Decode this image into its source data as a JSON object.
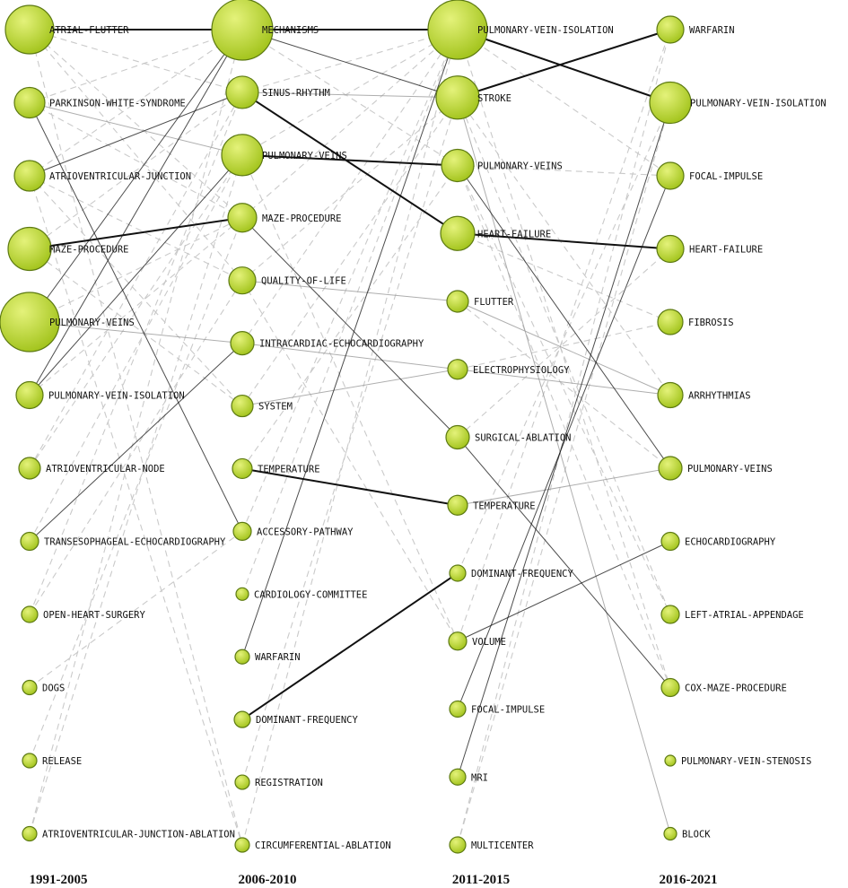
{
  "periods": [
    "1991-2005",
    "2006-2010",
    "2011-2015",
    "2016-2021"
  ],
  "colors": {
    "node_fill": "#a3c41d",
    "node_highlight": "#e4f27a",
    "node_stroke": "#5d7a12",
    "strong_link": "#111111",
    "weak_link": "#9a9a9a",
    "dashed_link": "#c4c4c4"
  },
  "columns": [
    {
      "period": "1991-2005",
      "nodes": [
        {
          "id": "a0",
          "label": "ATRIAL-FLUTTER",
          "weight": 27
        },
        {
          "id": "a1",
          "label": "PARKINSON-WHITE-SYNDROME",
          "weight": 17
        },
        {
          "id": "a2",
          "label": "ATRIOVENTRICULAR-JUNCTION",
          "weight": 17
        },
        {
          "id": "a3",
          "label": "MAZE-PROCEDURE",
          "weight": 24
        },
        {
          "id": "a4",
          "label": "PULMONARY-VEINS",
          "weight": 33
        },
        {
          "id": "a5",
          "label": "PULMONARY-VEIN-ISOLATION",
          "weight": 15
        },
        {
          "id": "a6",
          "label": "ATRIOVENTRICULAR-NODE",
          "weight": 12
        },
        {
          "id": "a7",
          "label": "TRANSESOPHAGEAL-ECHOCARDIOGRAPHY",
          "weight": 10
        },
        {
          "id": "a8",
          "label": "OPEN-HEART-SURGERY",
          "weight": 9
        },
        {
          "id": "a9",
          "label": "DOGS",
          "weight": 8
        },
        {
          "id": "a10",
          "label": "RELEASE",
          "weight": 8
        },
        {
          "id": "a11",
          "label": "ATRIOVENTRICULAR-JUNCTION-ABLATION",
          "weight": 8
        }
      ]
    },
    {
      "period": "2006-2010",
      "nodes": [
        {
          "id": "b0",
          "label": "MECHANISMS",
          "weight": 34
        },
        {
          "id": "b1",
          "label": "SINUS-RHYTHM",
          "weight": 18
        },
        {
          "id": "b2",
          "label": "PULMONARY-VEINS",
          "weight": 23
        },
        {
          "id": "b3",
          "label": "MAZE-PROCEDURE",
          "weight": 16
        },
        {
          "id": "b4",
          "label": "QUALITY-OF-LIFE",
          "weight": 15
        },
        {
          "id": "b5",
          "label": "INTRACARDIAC-ECHOCARDIOGRAPHY",
          "weight": 13
        },
        {
          "id": "b6",
          "label": "SYSTEM",
          "weight": 12
        },
        {
          "id": "b7",
          "label": "TEMPERATURE",
          "weight": 11
        },
        {
          "id": "b8",
          "label": "ACCESSORY-PATHWAY",
          "weight": 10
        },
        {
          "id": "b9",
          "label": "CARDIOLOGY-COMMITTEE",
          "weight": 7
        },
        {
          "id": "b10",
          "label": "WARFARIN",
          "weight": 8
        },
        {
          "id": "b11",
          "label": "DOMINANT-FREQUENCY",
          "weight": 9
        },
        {
          "id": "b12",
          "label": "REGISTRATION",
          "weight": 8
        },
        {
          "id": "b13",
          "label": "CIRCUMFERENTIAL-ABLATION",
          "weight": 8
        }
      ]
    },
    {
      "period": "2011-2015",
      "nodes": [
        {
          "id": "c0",
          "label": "PULMONARY-VEIN-ISOLATION",
          "weight": 33
        },
        {
          "id": "c1",
          "label": "STROKE",
          "weight": 24
        },
        {
          "id": "c2",
          "label": "PULMONARY-VEINS",
          "weight": 18
        },
        {
          "id": "c3",
          "label": "HEART-FAILURE",
          "weight": 19
        },
        {
          "id": "c4",
          "label": "FLUTTER",
          "weight": 12
        },
        {
          "id": "c5",
          "label": "ELECTROPHYSIOLOGY",
          "weight": 11
        },
        {
          "id": "c6",
          "label": "SURGICAL-ABLATION",
          "weight": 13
        },
        {
          "id": "c7",
          "label": "TEMPERATURE",
          "weight": 11
        },
        {
          "id": "c8",
          "label": "DOMINANT-FREQUENCY",
          "weight": 9
        },
        {
          "id": "c9",
          "label": "VOLUME",
          "weight": 10
        },
        {
          "id": "c10",
          "label": "FOCAL-IMPULSE",
          "weight": 9
        },
        {
          "id": "c11",
          "label": "MRI",
          "weight": 9
        },
        {
          "id": "c12",
          "label": "MULTICENTER",
          "weight": 9
        }
      ]
    },
    {
      "period": "2016-2021",
      "nodes": [
        {
          "id": "d0",
          "label": "WARFARIN",
          "weight": 15
        },
        {
          "id": "d1",
          "label": "PULMONARY-VEIN-ISOLATION",
          "weight": 23
        },
        {
          "id": "d2",
          "label": "FOCAL-IMPULSE",
          "weight": 15
        },
        {
          "id": "d3",
          "label": "HEART-FAILURE",
          "weight": 15
        },
        {
          "id": "d4",
          "label": "FIBROSIS",
          "weight": 14
        },
        {
          "id": "d5",
          "label": "ARRHYTHMIAS",
          "weight": 14
        },
        {
          "id": "d6",
          "label": "PULMONARY-VEINS",
          "weight": 13
        },
        {
          "id": "d7",
          "label": "ECHOCARDIOGRAPHY",
          "weight": 10
        },
        {
          "id": "d8",
          "label": "LEFT-ATRIAL-APPENDAGE",
          "weight": 10
        },
        {
          "id": "d9",
          "label": "COX-MAZE-PROCEDURE",
          "weight": 10
        },
        {
          "id": "d10",
          "label": "PULMONARY-VEIN-STENOSIS",
          "weight": 6
        },
        {
          "id": "d11",
          "label": "BLOCK",
          "weight": 7
        }
      ]
    }
  ],
  "links": [
    {
      "from": "a0",
      "to": "b0",
      "style": "strong"
    },
    {
      "from": "a3",
      "to": "b3",
      "style": "strong"
    },
    {
      "from": "a4",
      "to": "b0",
      "style": "weak"
    },
    {
      "from": "a5",
      "to": "b0",
      "style": "weak"
    },
    {
      "from": "a1",
      "to": "b8",
      "style": "weak"
    },
    {
      "from": "a7",
      "to": "b5",
      "style": "weak"
    },
    {
      "from": "a2",
      "to": "b1",
      "style": "weak"
    },
    {
      "from": "a5",
      "to": "b2",
      "style": "weak"
    },
    {
      "from": "a4",
      "to": "b5",
      "style": "light"
    },
    {
      "from": "a1",
      "to": "b2",
      "style": "light"
    },
    {
      "from": "a0",
      "to": "b1",
      "style": "dashed"
    },
    {
      "from": "a0",
      "to": "b3",
      "style": "dashed"
    },
    {
      "from": "a0",
      "to": "b4",
      "style": "dashed"
    },
    {
      "from": "a1",
      "to": "b0",
      "style": "dashed"
    },
    {
      "from": "a1",
      "to": "b3",
      "style": "dashed"
    },
    {
      "from": "a2",
      "to": "b0",
      "style": "dashed"
    },
    {
      "from": "a2",
      "to": "b4",
      "style": "dashed"
    },
    {
      "from": "a2",
      "to": "b6",
      "style": "dashed"
    },
    {
      "from": "a3",
      "to": "b1",
      "style": "dashed"
    },
    {
      "from": "a3",
      "to": "b6",
      "style": "dashed"
    },
    {
      "from": "a4",
      "to": "b3",
      "style": "dashed"
    },
    {
      "from": "a5",
      "to": "b3",
      "style": "dashed"
    },
    {
      "from": "a6",
      "to": "b2",
      "style": "dashed"
    },
    {
      "from": "a6",
      "to": "b1",
      "style": "dashed"
    },
    {
      "from": "a7",
      "to": "b2",
      "style": "dashed"
    },
    {
      "from": "a8",
      "to": "b1",
      "style": "dashed"
    },
    {
      "from": "a9",
      "to": "b8",
      "style": "dashed"
    },
    {
      "from": "a10",
      "to": "b3",
      "style": "dashed"
    },
    {
      "from": "a11",
      "to": "b0",
      "style": "dashed"
    },
    {
      "from": "a11",
      "to": "b2",
      "style": "dashed"
    },
    {
      "from": "a0",
      "to": "b13",
      "style": "dashed"
    },
    {
      "from": "a2",
      "to": "b13",
      "style": "dashed"
    },
    {
      "from": "a8",
      "to": "b4",
      "style": "dashed"
    },
    {
      "from": "b0",
      "to": "c0",
      "style": "strong"
    },
    {
      "from": "b1",
      "to": "c3",
      "style": "strong"
    },
    {
      "from": "b2",
      "to": "c2",
      "style": "strong"
    },
    {
      "from": "b7",
      "to": "c7",
      "style": "strong"
    },
    {
      "from": "b11",
      "to": "c8",
      "style": "strong"
    },
    {
      "from": "b0",
      "to": "c1",
      "style": "weak"
    },
    {
      "from": "b3",
      "to": "c6",
      "style": "weak"
    },
    {
      "from": "b10",
      "to": "c0",
      "style": "weak"
    },
    {
      "from": "b1",
      "to": "c1",
      "style": "light"
    },
    {
      "from": "b5",
      "to": "c5",
      "style": "light"
    },
    {
      "from": "b4",
      "to": "c4",
      "style": "light"
    },
    {
      "from": "b6",
      "to": "c5",
      "style": "light"
    },
    {
      "from": "b0",
      "to": "c2",
      "style": "dashed"
    },
    {
      "from": "b1",
      "to": "c0",
      "style": "dashed"
    },
    {
      "from": "b2",
      "to": "c0",
      "style": "dashed"
    },
    {
      "from": "b3",
      "to": "c0",
      "style": "dashed"
    },
    {
      "from": "b4",
      "to": "c1",
      "style": "dashed"
    },
    {
      "from": "b5",
      "to": "c0",
      "style": "dashed"
    },
    {
      "from": "b6",
      "to": "c1",
      "style": "dashed"
    },
    {
      "from": "b7",
      "to": "c2",
      "style": "dashed"
    },
    {
      "from": "b8",
      "to": "c0",
      "style": "dashed"
    },
    {
      "from": "b9",
      "to": "c0",
      "style": "dashed"
    },
    {
      "from": "b12",
      "to": "c1",
      "style": "dashed"
    },
    {
      "from": "b13",
      "to": "c0",
      "style": "dashed"
    },
    {
      "from": "b2",
      "to": "c9",
      "style": "dashed"
    },
    {
      "from": "b4",
      "to": "c9",
      "style": "dashed"
    },
    {
      "from": "c0",
      "to": "d1",
      "style": "strong"
    },
    {
      "from": "c1",
      "to": "d0",
      "style": "strong"
    },
    {
      "from": "c3",
      "to": "d3",
      "style": "strong"
    },
    {
      "from": "c2",
      "to": "d6",
      "style": "weak"
    },
    {
      "from": "c6",
      "to": "d9",
      "style": "weak"
    },
    {
      "from": "c10",
      "to": "d2",
      "style": "weak"
    },
    {
      "from": "c11",
      "to": "d1",
      "style": "weak"
    },
    {
      "from": "c9",
      "to": "d7",
      "style": "weak"
    },
    {
      "from": "c4",
      "to": "d5",
      "style": "light"
    },
    {
      "from": "c5",
      "to": "d5",
      "style": "light"
    },
    {
      "from": "c7",
      "to": "d6",
      "style": "light"
    },
    {
      "from": "c1",
      "to": "d11",
      "style": "light"
    },
    {
      "from": "c0",
      "to": "d2",
      "style": "dashed"
    },
    {
      "from": "c1",
      "to": "d5",
      "style": "dashed"
    },
    {
      "from": "c2",
      "to": "d2",
      "style": "dashed"
    },
    {
      "from": "c2",
      "to": "d8",
      "style": "dashed"
    },
    {
      "from": "c3",
      "to": "d4",
      "style": "dashed"
    },
    {
      "from": "c5",
      "to": "d4",
      "style": "dashed"
    },
    {
      "from": "c6",
      "to": "d3",
      "style": "dashed"
    },
    {
      "from": "c8",
      "to": "d1",
      "style": "dashed"
    },
    {
      "from": "c9",
      "to": "d0",
      "style": "dashed"
    },
    {
      "from": "c12",
      "to": "d0",
      "style": "dashed"
    },
    {
      "from": "c12",
      "to": "d1",
      "style": "dashed"
    },
    {
      "from": "c0",
      "to": "d9",
      "style": "dashed"
    },
    {
      "from": "c1",
      "to": "d8",
      "style": "dashed"
    },
    {
      "from": "c4",
      "to": "d6",
      "style": "dashed"
    },
    {
      "from": "c2",
      "to": "d9",
      "style": "dashed"
    }
  ]
}
